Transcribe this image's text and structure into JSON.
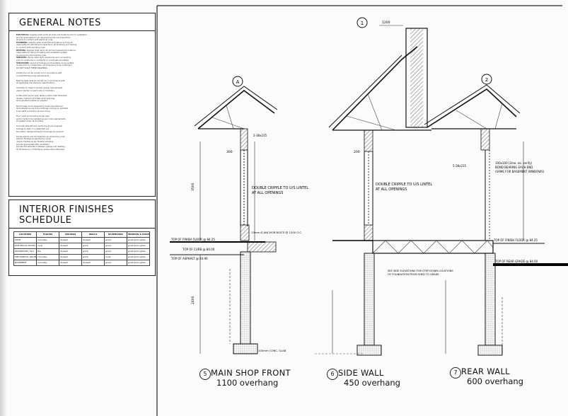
{
  "general_notes": {
    "title": "GENERAL NOTES",
    "lines": [
      {
        "lead": "ELECTRICAL:",
        "text": "Supplier shall verify all loads and locations prior to installation"
      },
      {
        "lead": "",
        "text": "and be responsible for all required permits and inspections"
      },
      {
        "lead": "",
        "text": "all work to conform with electrical code"
      },
      {
        "lead": "PLUMBING:",
        "text": "Supplier shall verify fixture locations and layout"
      },
      {
        "lead": "",
        "text": "responsible for permits and inspections; all plumbing and venting"
      },
      {
        "lead": "",
        "text": "to conform with plumbing code"
      },
      {
        "lead": "HEATING:",
        "text": "Supplier shall verify all duct and equipment locations"
      },
      {
        "lead": "",
        "text": "responsible for sizing of heating and ventilation system"
      },
      {
        "lead": "",
        "text": "as required by the building code"
      },
      {
        "lead": "SERVICES:",
        "text": "Owner shall verify all services and connections"
      },
      {
        "lead": "",
        "text": "prior to construction; contractor to coordinate all utilities"
      },
      {
        "lead": "STRUCTURE:",
        "text": "Layout of footings and foundation to be verified"
      },
      {
        "lead": "",
        "text": "on site prior to construction; all dimensions to be confirmed"
      },
      {
        "lead": "",
        "text": "DO NOT SCALE THESE DRAWINGS"
      },
      {
        "lead": "",
        "text": ""
      },
      {
        "lead": "",
        "text": "Construction to be carried out in accordance with"
      },
      {
        "lead": "",
        "text": "current Building Code requirements"
      },
      {
        "lead": "",
        "text": ""
      },
      {
        "lead": "",
        "text": "Bearing walls shall be carried out in accordance with"
      },
      {
        "lead": "",
        "text": "all applicable manufacturer specifications"
      },
      {
        "lead": "",
        "text": ""
      },
      {
        "lead": "",
        "text": "Insulation to meet or exceed energy requirements"
      },
      {
        "lead": "",
        "text": "vapour barrier on warm side of insulation"
      },
      {
        "lead": "",
        "text": ""
      },
      {
        "lead": "",
        "text": "Lintels sized as per span tables unless noted otherwise"
      },
      {
        "lead": "",
        "text": "double cripple to all lintels at all openings"
      },
      {
        "lead": "",
        "text": "all engineered lumber by supplier"
      },
      {
        "lead": "",
        "text": ""
      },
      {
        "lead": "",
        "text": "Roof trusses to be designed by truss manufacturer"
      },
      {
        "lead": "",
        "text": "and installed as per truss drawings; bracing as specified"
      },
      {
        "lead": "",
        "text": "truss uplift connectors at every truss"
      },
      {
        "lead": "",
        "text": ""
      },
      {
        "lead": "",
        "text": "Floor joists and blocking as per plan"
      },
      {
        "lead": "",
        "text": "anchor bolts to be installed as per code requirements"
      },
      {
        "lead": "",
        "text": "sill gasket under all sill plates"
      },
      {
        "lead": "",
        "text": ""
      },
      {
        "lead": "",
        "text": "Concrete strength and reinforcing as per engineer"
      },
      {
        "lead": "",
        "text": "footings to bear on undisturbed soil"
      },
      {
        "lead": "",
        "text": "foundation dampproofing and drainage as required"
      },
      {
        "lead": "",
        "text": ""
      },
      {
        "lead": "",
        "text": "Smoke alarms and CO detectors as required by code"
      },
      {
        "lead": "",
        "text": "exterior finishes as selected by owner"
      },
      {
        "lead": "",
        "text": "interior finishes as per finishes schedule"
      },
      {
        "lead": "",
        "text": "provide appropriate attic ventilation"
      },
      {
        "lead": "",
        "text": "provide fire separation between garage and dwelling"
      },
      {
        "lead": "",
        "text": "all dimensions in millimetres unless noted otherwise"
      }
    ]
  },
  "interior_finishes": {
    "title": "INTERIOR FINISHES SCHEDULE",
    "headers": [
      "LOCATION",
      "FLOORS",
      "CEILINGS",
      "WALLS",
      "BASEBOARD",
      "WINDOW & DOOR INTERIOR FINISHES"
    ],
    "rows": [
      [
        "SHOP",
        "concrete",
        "drywall",
        "drywall",
        "wood",
        "paint semi-gloss"
      ],
      [
        "ELECTRICAL ROOM",
        "vinyl",
        "drywall",
        "paint",
        "wood",
        "paint semi-gloss"
      ],
      [
        "WASHROOM / W.C.",
        "tile",
        "drywall",
        "paint",
        "wood",
        "paint semi-gloss"
      ],
      [
        "MECHANICAL ROOM",
        "concrete",
        "drywall",
        "paint",
        "none",
        "paint semi-gloss"
      ],
      [
        "BASEMENT",
        "concrete",
        "drywall",
        "drywall",
        "wood",
        "paint semi-gloss"
      ]
    ]
  },
  "sections": [
    {
      "number": "5",
      "grid": "A",
      "title": "MAIN SHOP FRONT",
      "subtitle": "1100 overhang"
    },
    {
      "number": "6",
      "grid": "1",
      "title": "SIDE WALL",
      "subtitle": "450 overhang"
    },
    {
      "number": "7",
      "grid": "2",
      "title": "REAR WALL",
      "subtitle": "600 overhang"
    }
  ],
  "annotations": {
    "double_cripple_a": "DOUBLE CRIPPLE TO U/S LINTEL",
    "at_all_openings_a": "AT ALL OPENINGS",
    "double_cripple_b": "DOUBLE CRIPPLE TO U/S LINTEL",
    "at_all_openings_b": "AT ALL OPENINGS",
    "top_finish_floor_left": "TOP OF FINISH FLOOR @ 84.25",
    "top_curb": "TOP OF CURB @ 84.00",
    "top_asphalt": "TOP OF ASPHALT @ 83.90",
    "top_finish_floor_right": "TOP OF FINISH FLOOR @ 84.25",
    "top_rear_grade": "TOP OF REAR GRADE @ 84.00",
    "window_note_1": "100x100 (2mo. ea. verify)",
    "window_note_2": "BOND BEARING EACH END",
    "window_note_3": "(SAME FOR BASEMENT WINDOWS)",
    "lintel_size": "5-38x235",
    "beam_size": "2-38x235",
    "see_elevations": "SEE SIDE ELEVATIONS FOR STEP DOWN LOCATIONS",
    "of_foundation": "OF FOUNDATION FROM SHED TO GRADE",
    "dim_300": "300",
    "dim_200": "200",
    "dim_3500": "3500",
    "dim_2400": "2400",
    "dim_1200": "1200",
    "slab_note": "100mm CONC. SLAB",
    "anchor_bolts": "13mm Ø ANCHOR BOLTS @ 1200 O.C."
  },
  "colors": {
    "ink": "#1a1a1a",
    "paper": "#ffffff",
    "hatch": "#555555",
    "thick_line": "#000000"
  }
}
